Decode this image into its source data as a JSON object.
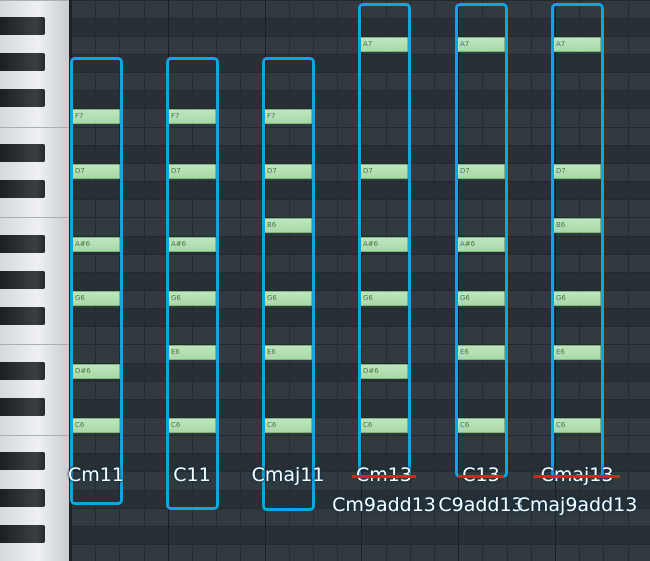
{
  "chords": [
    {
      "label": "Cm11",
      "struck": false,
      "alt_label": "",
      "notes": [
        "F7",
        "D7",
        "A#6",
        "G6",
        "D#6",
        "C6"
      ]
    },
    {
      "label": "C11",
      "struck": false,
      "alt_label": "",
      "notes": [
        "F7",
        "D7",
        "A#6",
        "G6",
        "E6",
        "C6"
      ]
    },
    {
      "label": "Cmaj11",
      "struck": false,
      "alt_label": "",
      "notes": [
        "F7",
        "D7",
        "B6",
        "G6",
        "E6",
        "C6"
      ]
    },
    {
      "label": "Cm13",
      "struck": true,
      "alt_label": "Cm9add13",
      "notes": [
        "A7",
        "D7",
        "A#6",
        "G6",
        "D#6",
        "C6"
      ]
    },
    {
      "label": "C13",
      "struck": true,
      "alt_label": "C9add13",
      "notes": [
        "A7",
        "D7",
        "A#6",
        "G6",
        "E6",
        "C6"
      ]
    },
    {
      "label": "Cmaj13",
      "struck": true,
      "alt_label": "Cmaj9add13",
      "notes": [
        "A7",
        "D7",
        "B6",
        "G6",
        "E6",
        "C6"
      ]
    }
  ],
  "colors": {
    "box_border": "#0aa6e6",
    "strike": "#e21e1e",
    "note_fill": "#a8d8a8"
  }
}
